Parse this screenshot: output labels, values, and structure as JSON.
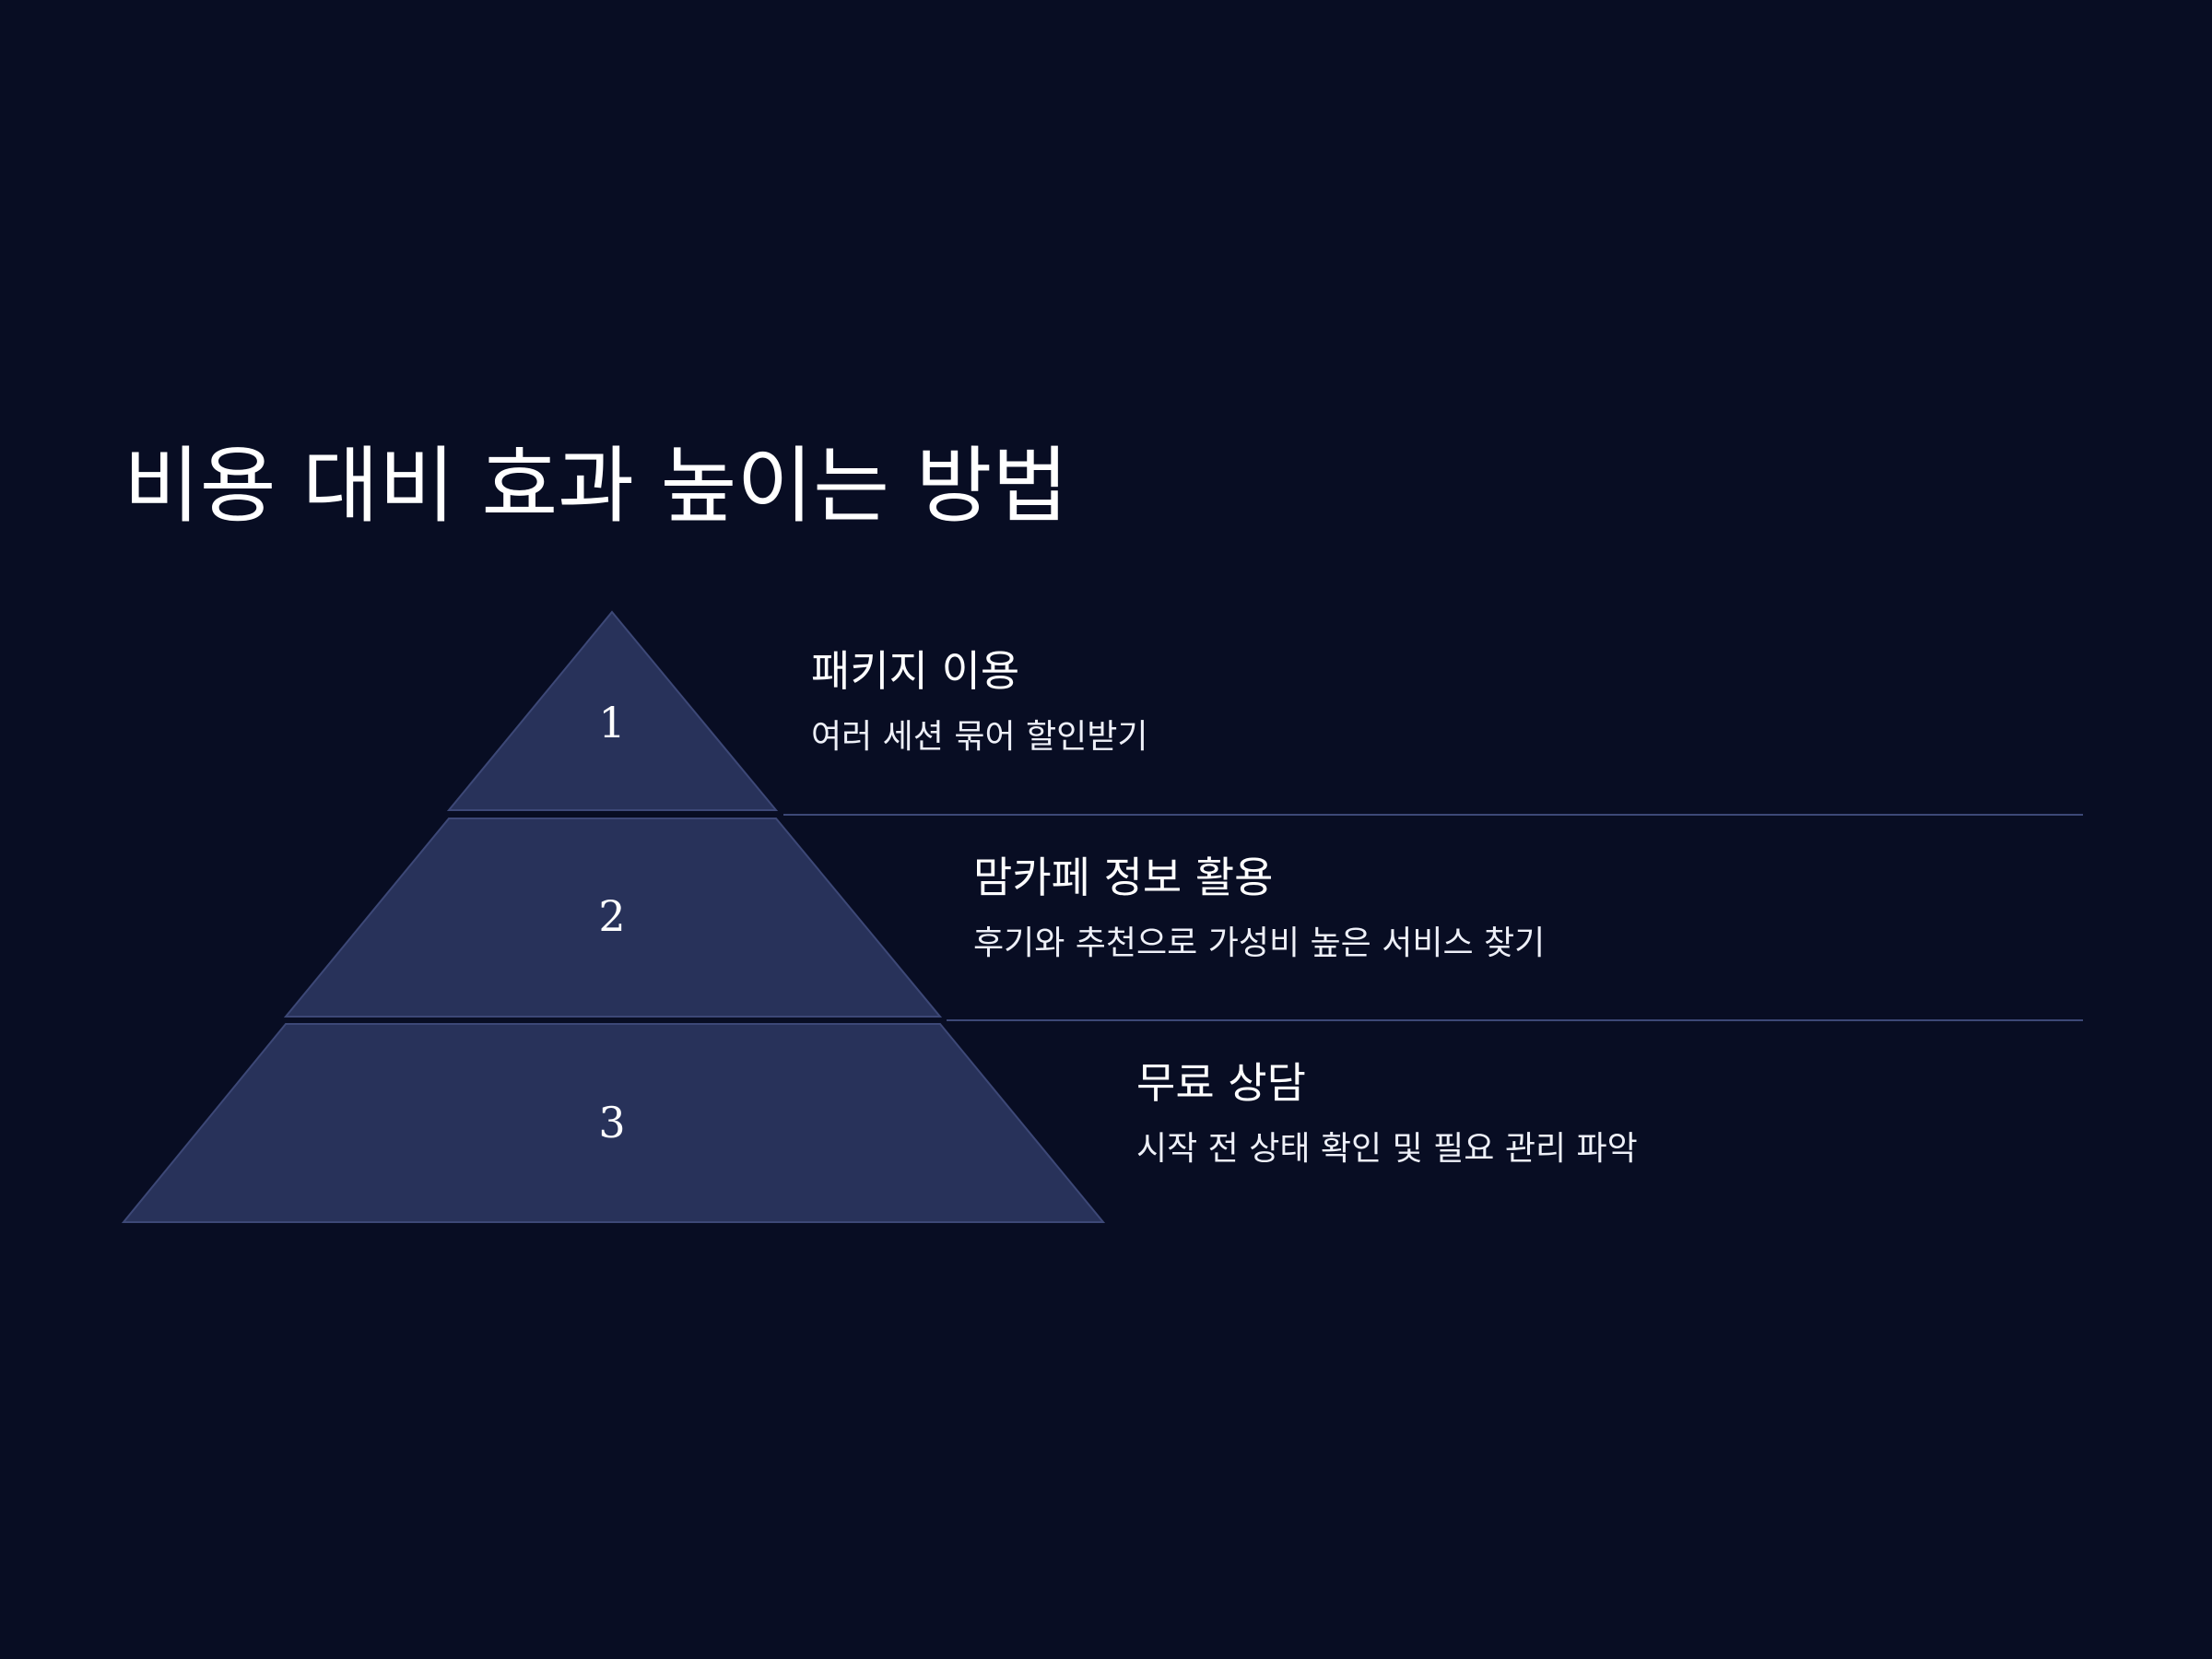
{
  "title": "비용 대비 효과 높이는 방법",
  "colors": {
    "background": "#080d23",
    "tier_fill": "#28325a",
    "tier_stroke": "#3d4877",
    "divider": "#3d4877",
    "text": "#ffffff"
  },
  "tiers": [
    {
      "number": "1",
      "heading": "패키지 이용",
      "description": "여러 세션 묶어 할인받기"
    },
    {
      "number": "2",
      "heading": "맘카페 정보 활용",
      "description": "후기와 추천으로 가성비 높은 서비스 찾기"
    },
    {
      "number": "3",
      "heading": "무료 상담",
      "description": "시작 전 상태 확인 및 필요 관리 파악"
    }
  ]
}
